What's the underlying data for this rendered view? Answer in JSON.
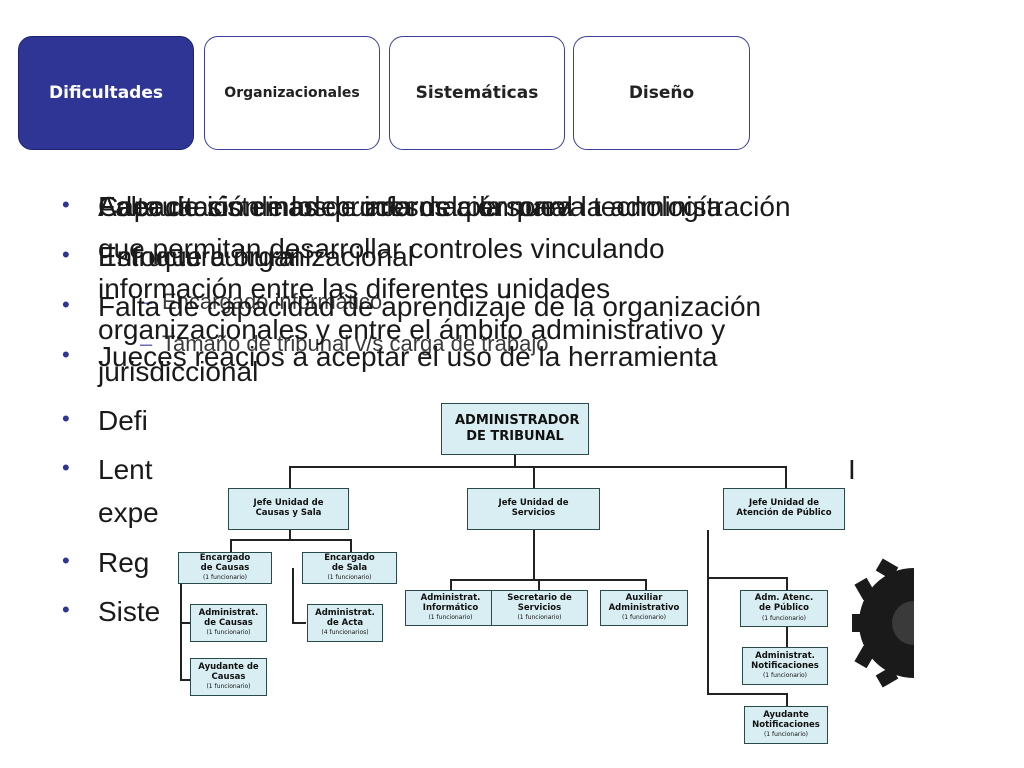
{
  "tabs": [
    {
      "label": "Dificultades",
      "active": true
    },
    {
      "label": "Organizacionales",
      "active": false
    },
    {
      "label": "Sistemáticas",
      "active": false
    },
    {
      "label": "Diseño",
      "active": false
    }
  ],
  "layer_a": {
    "bullets": [
      "Falta de sistemas de información para la administración",
      "que permitan desarrollar controles vinculando",
      "información entre las diferentes unidades",
      "organizacionales y entre el ámbito administrativo y",
      "jurisdiccional"
    ]
  },
  "layer_b": {
    "bullets": [
      "Capacitación inadecuada del personal",
      "Enfoque cultural",
      "Falta de capacidad de aprendizaje de la organización",
      "Jueces reacios a aceptar el uso de la herramienta",
      "Defi",
      "Lent",
      "expe",
      "Reg",
      "Siste"
    ],
    "sub_items": [
      "Encargado informático",
      "Tamaño de tribunal v/s carga de trabajo"
    ],
    "right_fragments": [
      "I"
    ]
  },
  "layer_c": {
    "bullets": [
      "Adecuación de los procesos a la nueva tecnología",
      "Estructura organizacional"
    ]
  },
  "org_chart": {
    "root": "ADMINISTRADOR DE TRIBUNAL",
    "units": [
      {
        "title": "Jefe Unidad de Causas y Sala"
      },
      {
        "title": "Jefe Unidad de Servicios"
      },
      {
        "title": "Jefe Unidad de Atención de Público"
      }
    ],
    "nodes": [
      {
        "title": "Encargado de Causas",
        "count": "(1 funcionario)"
      },
      {
        "title": "Encargado de Sala",
        "count": "(1 funcionario)"
      },
      {
        "title": "Administrat. de Causas",
        "count": "(1 funcionario)"
      },
      {
        "title": "Administrat. de Acta",
        "count": "(4 funcionarios)"
      },
      {
        "title": "Ayudante de Causas",
        "count": "(1 funcionario)"
      },
      {
        "title": "Administrat. Informático",
        "count": "(1 funcionario)"
      },
      {
        "title": "Secretario de Servicios",
        "count": "(1 funcionario)"
      },
      {
        "title": "Auxiliar Administrativo",
        "count": "(1 funcionario)"
      },
      {
        "title": "Adm. Atenc. de Público",
        "count": "(1 funcionario)"
      },
      {
        "title": "Administrat. Notificaciones",
        "count": "(1 funcionario)"
      },
      {
        "title": "Ayudante Notificaciones",
        "count": "(1 funcionario)"
      }
    ]
  }
}
